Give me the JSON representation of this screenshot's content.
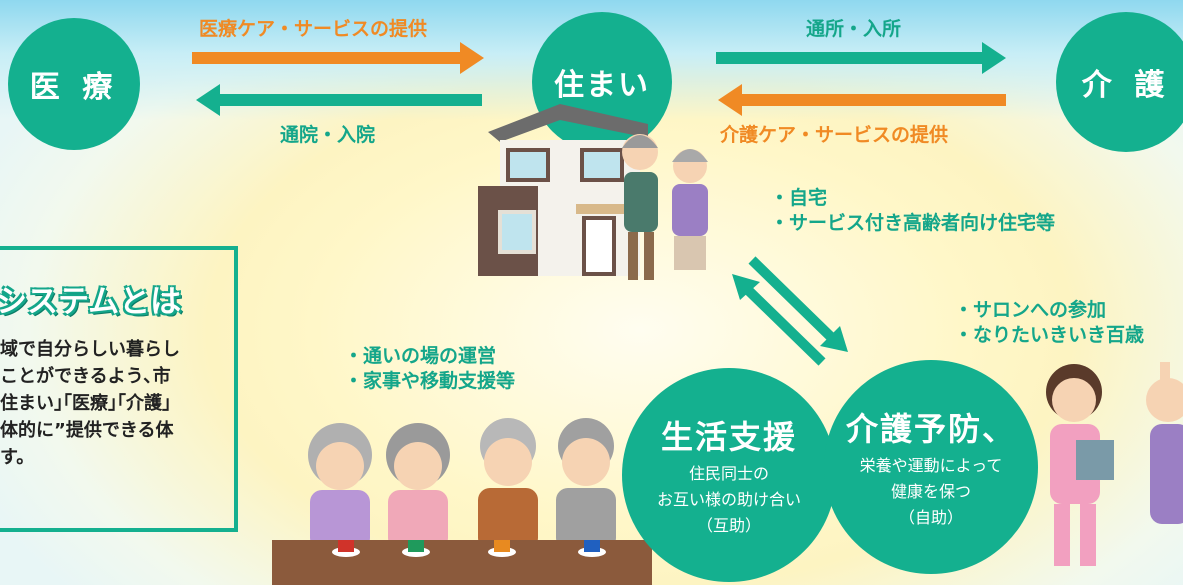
{
  "nodes": {
    "medical": "医 療",
    "housing": "住まい",
    "care": "介 護"
  },
  "arrows": {
    "medical_service": "医療ケア・サービスの提供",
    "hospital_visit": "通院・入院",
    "facility_use": "通所・入所",
    "care_service": "介護ケア・サービスの提供"
  },
  "housing_notes": [
    "・自宅",
    "・サービス付き高齢者向け住宅等"
  ],
  "support_notes": [
    "・通いの場の運営",
    "・家事や移動支援等"
  ],
  "prevention_notes": [
    "・サロンへの参加",
    "・なりたいきいき百歳"
  ],
  "description": {
    "title": "システムとは",
    "lines": [
      "域で自分らしい暮らし",
      "ことができるよう､市",
      "住まい｣｢医療｣｢介護｣",
      "体的に”提供できる体",
      "す。"
    ]
  },
  "bubbles": {
    "life_support": {
      "title": "生活支援",
      "lines": [
        "住民同士の",
        "お互い様の助け合い",
        "（互助）"
      ]
    },
    "care_prevention": {
      "title": "介護予防",
      "lines": [
        "栄養や運動によって",
        "健康を保つ",
        "（自助）"
      ]
    },
    "spacer": "、"
  },
  "colors": {
    "green": "#14b08f",
    "orange": "#f08a24"
  }
}
